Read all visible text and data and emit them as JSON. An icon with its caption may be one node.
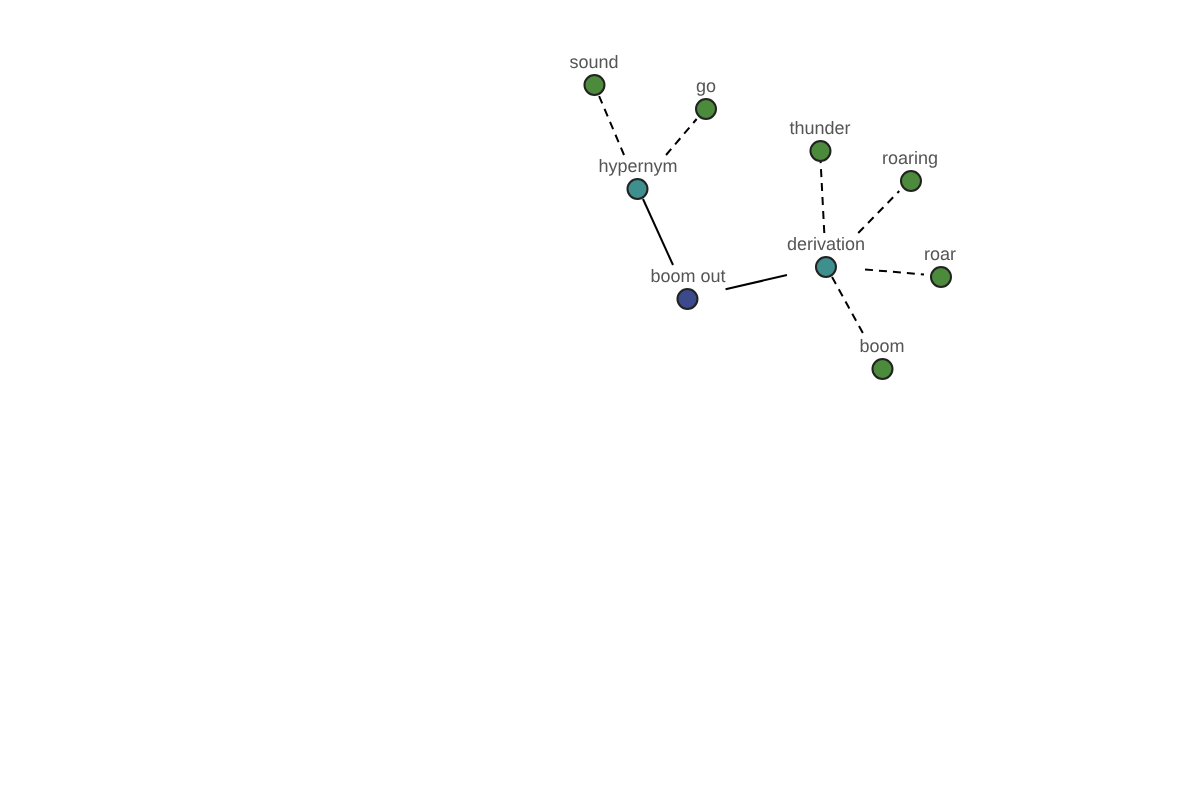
{
  "diagram": {
    "nodes": [
      {
        "text": [
          "sound"
        ]
      },
      {
        "text": [
          "go"
        ]
      },
      {
        "text": [
          "hypernym"
        ]
      },
      {
        "text": [
          "thunder"
        ]
      },
      {
        "text": [
          "roaring"
        ]
      },
      {
        "text": [
          "derivation"
        ]
      },
      {
        "text": [
          "roar"
        ]
      },
      {
        "text": [
          "boom out"
        ]
      },
      {
        "text": [
          "boom"
        ]
      }
    ],
    "edges": [
      {
        "from": 7,
        "to": 2,
        "arrow": "none"
      },
      {
        "from": 7,
        "to": 5,
        "arrow": "none"
      },
      {
        "from": 2,
        "to": 0,
        "arrow": "none",
        "style": "dashed"
      },
      {
        "from": 2,
        "to": 1,
        "arrow": "none",
        "style": "dashed"
      },
      {
        "from": 5,
        "to": 3,
        "arrow": "none",
        "style": "dashed"
      },
      {
        "from": 5,
        "to": 4,
        "arrow": "none",
        "style": "dashed"
      },
      {
        "from": 5,
        "to": 6,
        "arrow": "none",
        "style": "dashed"
      },
      {
        "from": 5,
        "to": 8,
        "arrow": "none",
        "style": "dashed"
      }
    ]
  }
}
